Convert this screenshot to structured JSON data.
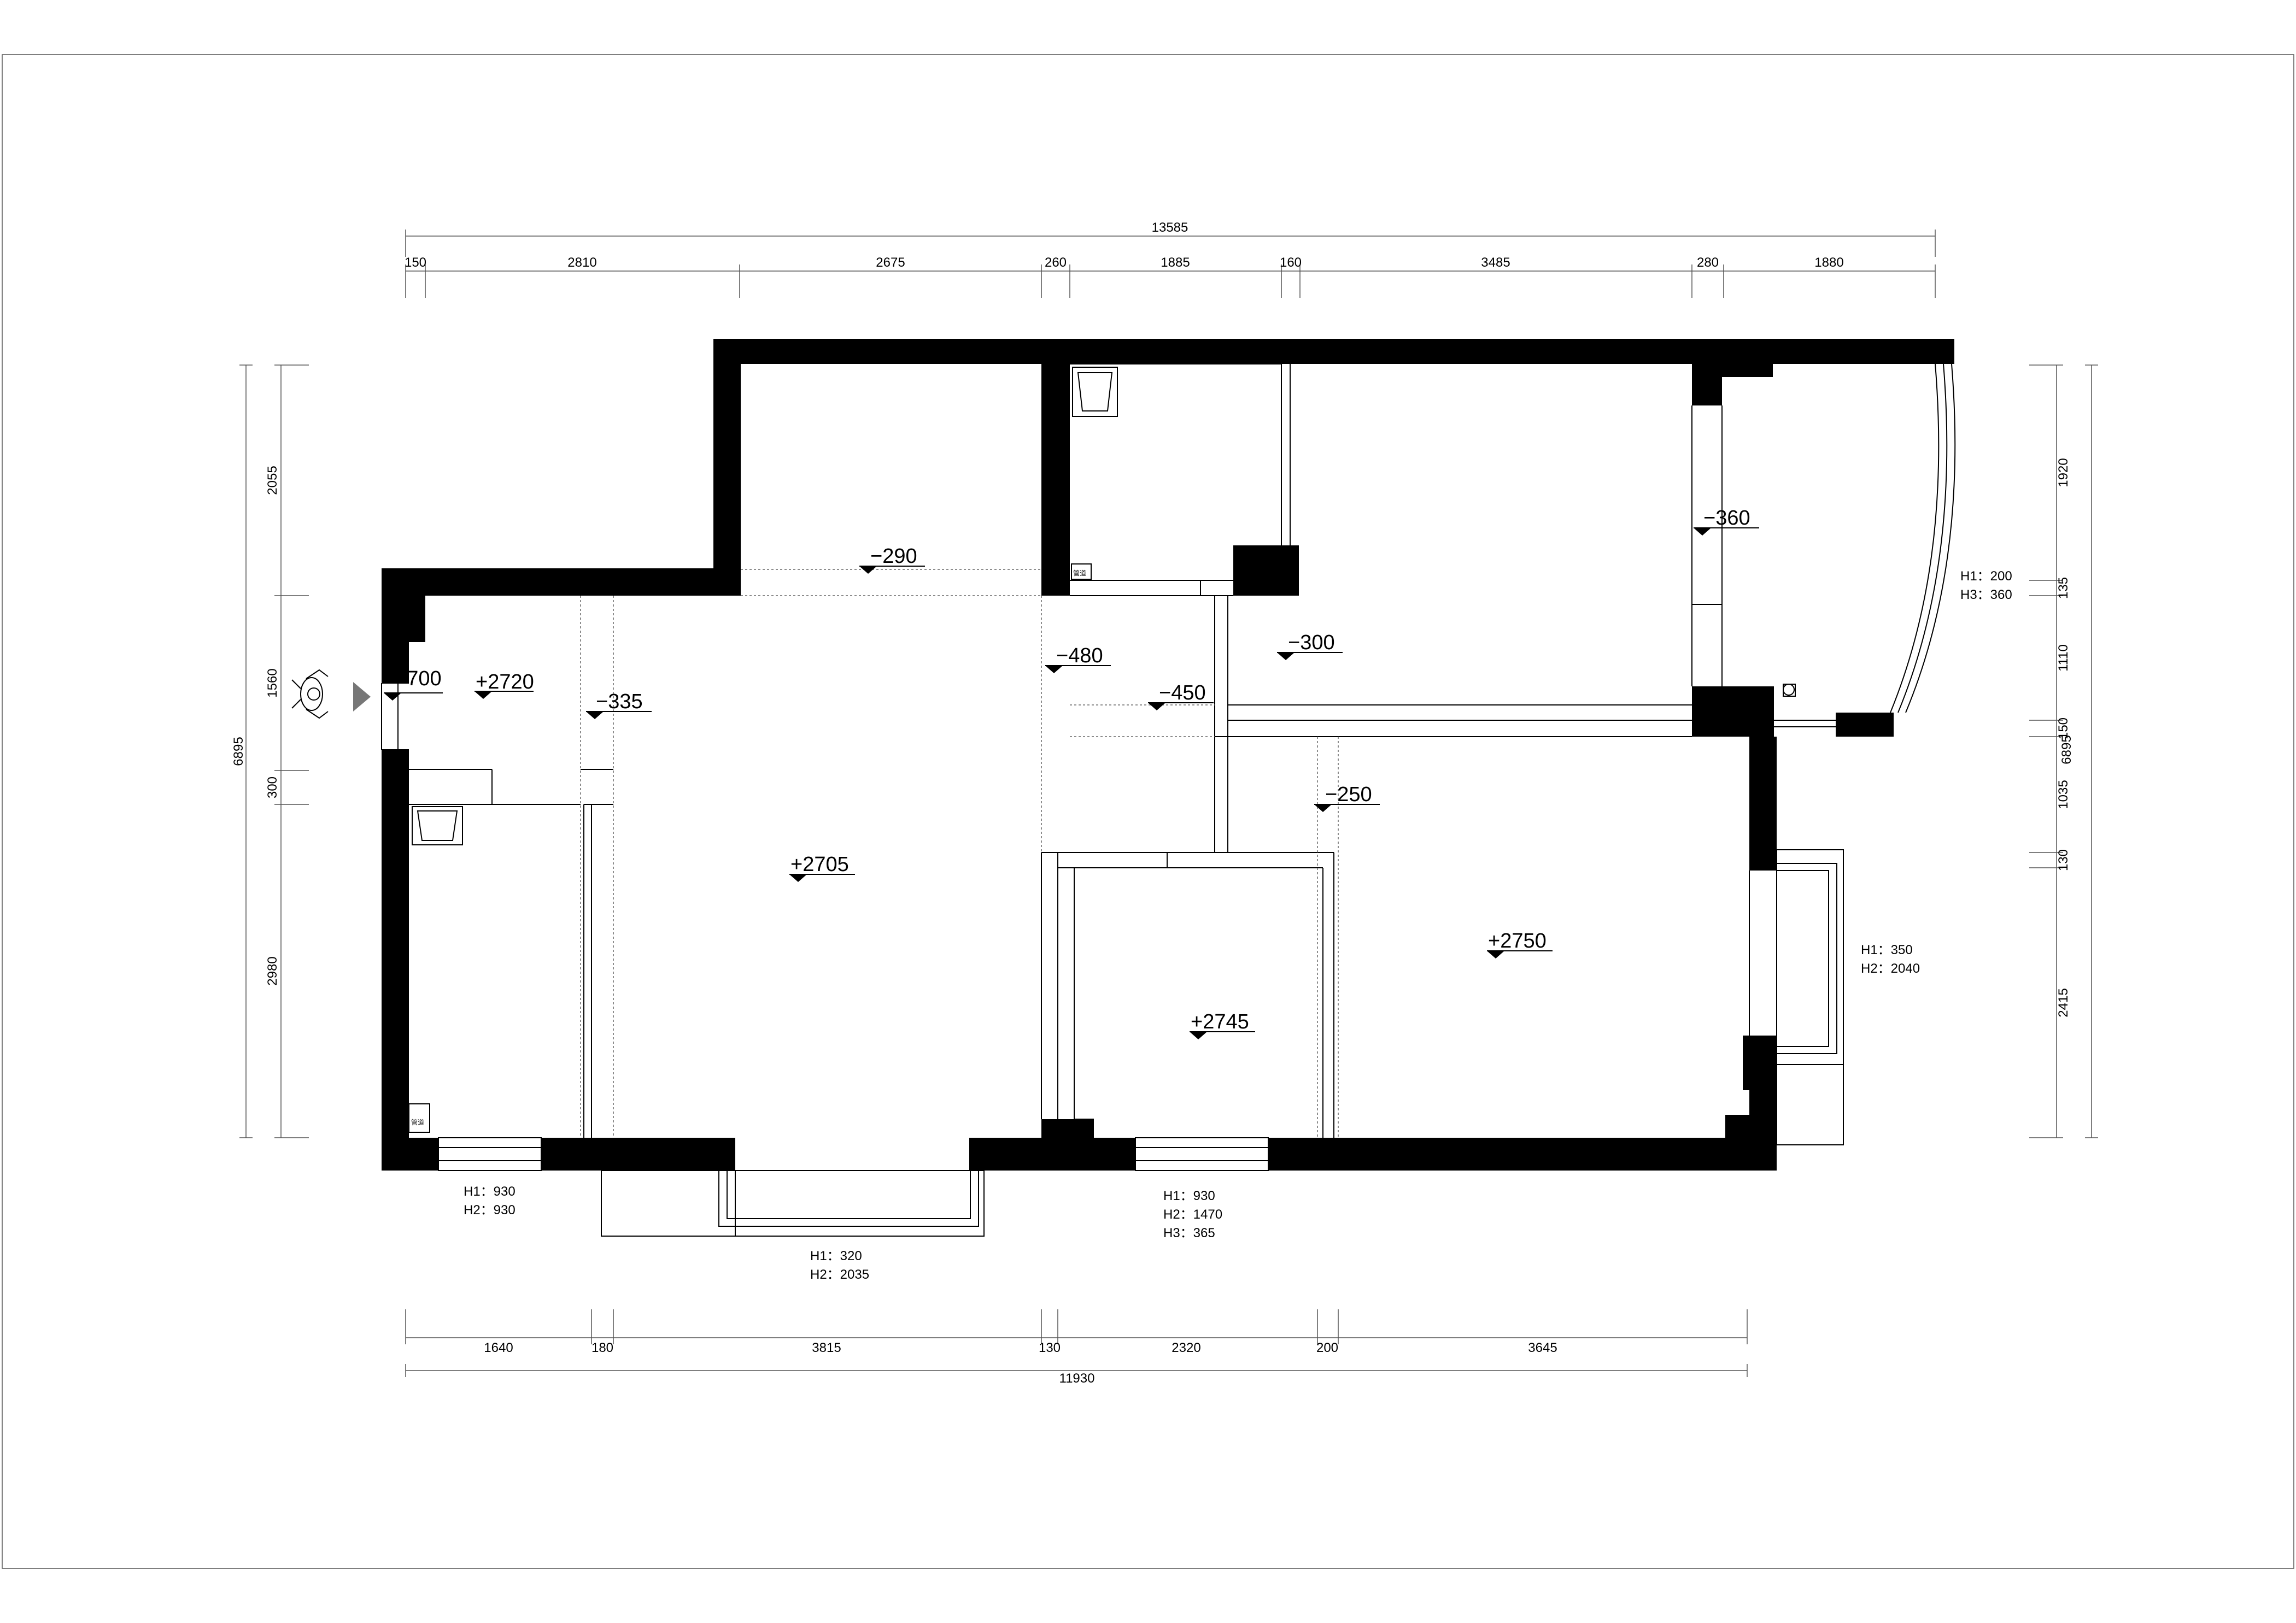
{
  "dimensions": {
    "top_total": "13585",
    "top": [
      "150",
      "2810",
      "2675",
      "260",
      "1885",
      "160",
      "3485",
      "280",
      "1880"
    ],
    "bottom_total": "11930",
    "bottom": [
      "1640",
      "180",
      "3815",
      "130",
      "2320",
      "200",
      "3645"
    ],
    "left_total": "6895",
    "left": [
      "2055",
      "1560",
      "300",
      "2980"
    ],
    "right_total": "6895",
    "right": [
      "1920",
      "135",
      "1110",
      "150",
      "1035",
      "130",
      "2415"
    ]
  },
  "levels": {
    "l_700": "−700",
    "l_2720": "+2720",
    "l_335": "−335",
    "l_290": "−290",
    "l_480": "−480",
    "l_450": "−450",
    "l_300": "−300",
    "l_360": "−360",
    "l_250": "−250",
    "l_2705": "+2705",
    "l_2750": "+2750",
    "l_2745": "+2745"
  },
  "windows": {
    "w1": {
      "h1": "H1：930",
      "h2": "H2：930"
    },
    "w2": {
      "h1": "H1：320",
      "h2": "H2：2035"
    },
    "w3": {
      "h1": "H1：930",
      "h2": "H2：1470",
      "h3": "H3：365"
    },
    "w4": {
      "h1": "H1：350",
      "h2": "H2：2040"
    },
    "w5": {
      "h1": "H1：200",
      "h3": "H3：360"
    }
  },
  "fixtures": {
    "pipe_a": "管道",
    "pipe_b": "管道"
  }
}
